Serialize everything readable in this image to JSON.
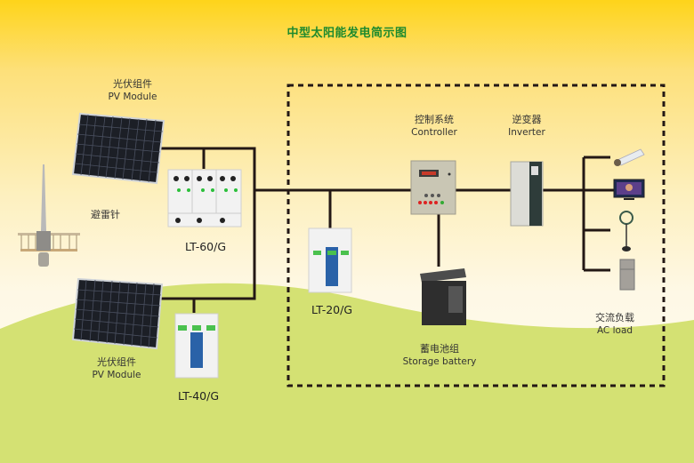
{
  "title": "中型太阳能发电简示图",
  "colors": {
    "title": "#1e8a2e",
    "background_top": "#fed41a",
    "background_bottom": "#fffbea",
    "hill": "#d4e173",
    "wire": "#231815"
  },
  "components": {
    "pv_module_top": {
      "label_cn": "光伏组件",
      "label_en": "PV Module"
    },
    "pv_module_bottom": {
      "label_cn": "光伏组件",
      "label_en": "PV Module"
    },
    "lightning_rod": {
      "label_cn": "避雷针"
    },
    "spd_60": {
      "model": "LT-60/G"
    },
    "spd_40": {
      "model": "LT-40/G"
    },
    "spd_20": {
      "model": "LT-20/G"
    },
    "controller": {
      "label_cn": "控制系统",
      "label_en": "Controller"
    },
    "inverter": {
      "label_cn": "逆变器",
      "label_en": "Inverter"
    },
    "battery": {
      "label_cn": "蓄电池组",
      "label_en": "Storage battery"
    },
    "ac_load": {
      "label_cn": "交流负载",
      "label_en": "AC load",
      "items": [
        "energy-saving-lamp",
        "television",
        "electric-fan",
        "refrigerator"
      ]
    }
  }
}
